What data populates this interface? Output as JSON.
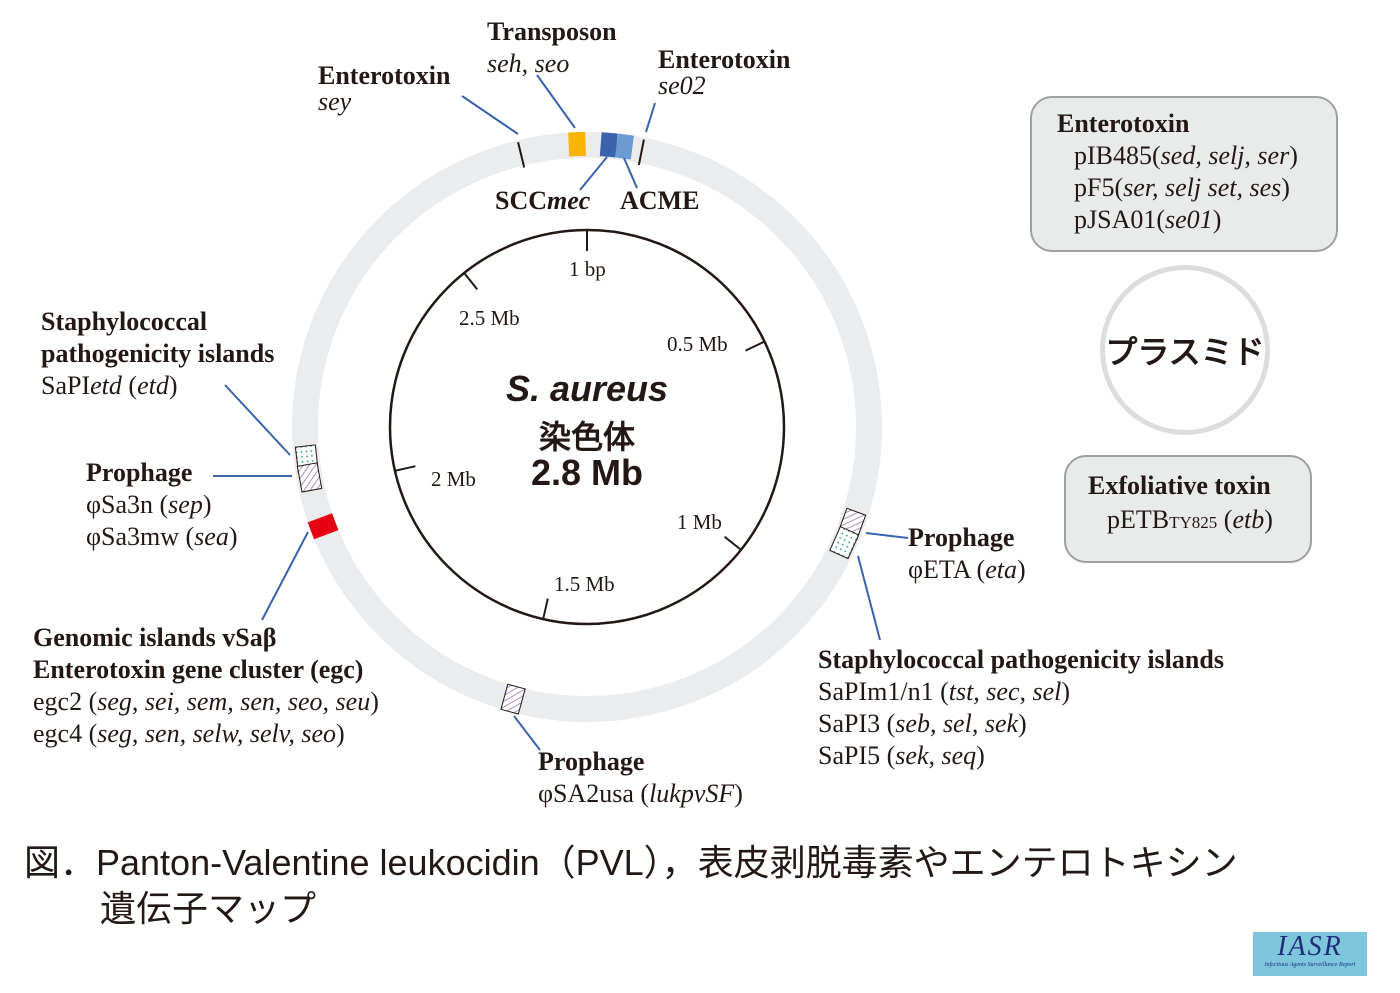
{
  "colors": {
    "ring": "#ebeced",
    "transposon": "#f7b500",
    "sccmec": "#3a62ad",
    "acme": "#6b9bd3",
    "pvl_red": "#e60012",
    "leader": "#3a62ad",
    "hatch": "#8e6fa8",
    "dots": "#1a9c7a"
  },
  "center": {
    "species": "S. aureus",
    "chromosome": "染色体",
    "size": "2.8 Mb"
  },
  "ticks": [
    "1 bp",
    "0.5 Mb",
    "1 Mb",
    "1.5 Mb",
    "2 Mb",
    "2.5 Mb"
  ],
  "labels": {
    "transposon": {
      "title": "Transposon",
      "genes": "seh, seo"
    },
    "ent_sey": {
      "title": "Enterotoxin",
      "genes": "sey"
    },
    "ent_se02": {
      "title": "Enterotoxin",
      "genes": "se02"
    },
    "sccmec": {
      "pre": "SCC",
      "it": "mec"
    },
    "acme": "ACME",
    "sapi_left": {
      "title1": "Staphylococcal",
      "title2": "pathogenicity islands",
      "line": [
        "SaPI",
        "etd",
        " (",
        "etd",
        ")"
      ]
    },
    "prophage_left": {
      "title": "Prophage",
      "l1": [
        "φSa3n (",
        "sep",
        ")"
      ],
      "l2": [
        "φSa3mw (",
        "sea",
        ")"
      ]
    },
    "genomic": {
      "title1": "Genomic islands vSaβ",
      "title2": "Enterotoxin gene cluster (egc)",
      "l1": [
        "egc2 (",
        "seg, sei, sem, sen, seo, seu",
        ")"
      ],
      "l2": [
        "egc4 (",
        "seg, sen, selw, selv, seo",
        ")"
      ]
    },
    "prophage_bottom": {
      "title": "Prophage",
      "l1": [
        "φSA2usa (",
        "lukpvSF",
        ")"
      ]
    },
    "prophage_right": {
      "title": "Prophage",
      "l1": [
        "φETA (",
        "eta",
        ")"
      ]
    },
    "sapi_right": {
      "title": "Staphylococcal pathogenicity islands",
      "l1": [
        "SaPIm1/n1 (",
        "tst, sec, sel",
        ")"
      ],
      "l2": [
        "SaPI3 (",
        "seb, sel, sek",
        ")"
      ],
      "l3": [
        "SaPI5 (",
        "sek, seq",
        ")"
      ]
    }
  },
  "plasmids": {
    "enterotoxin": {
      "title": "Enterotoxin",
      "l1": [
        "pIB485(",
        "sed, selj, ser",
        ")"
      ],
      "l2": [
        "pF5(",
        "ser, selj set, ses",
        ")"
      ],
      "l3": [
        "pJSA01(",
        "se01",
        ")"
      ]
    },
    "label": "プラスミド",
    "exfoliative": {
      "title": "Exfoliative toxin",
      "pre": "pETB",
      "sub": "TY825",
      "mid": " (",
      "it": "etb",
      "post": ")"
    }
  },
  "caption": {
    "line1": "図．Panton-Valentine leukocidin（PVL），表皮剥脱毒素やエンテロトキシン",
    "line2": "遺伝子マップ"
  },
  "logo": {
    "text": "IASR",
    "subtitle": "Infectious Agents Surveillance Report"
  }
}
